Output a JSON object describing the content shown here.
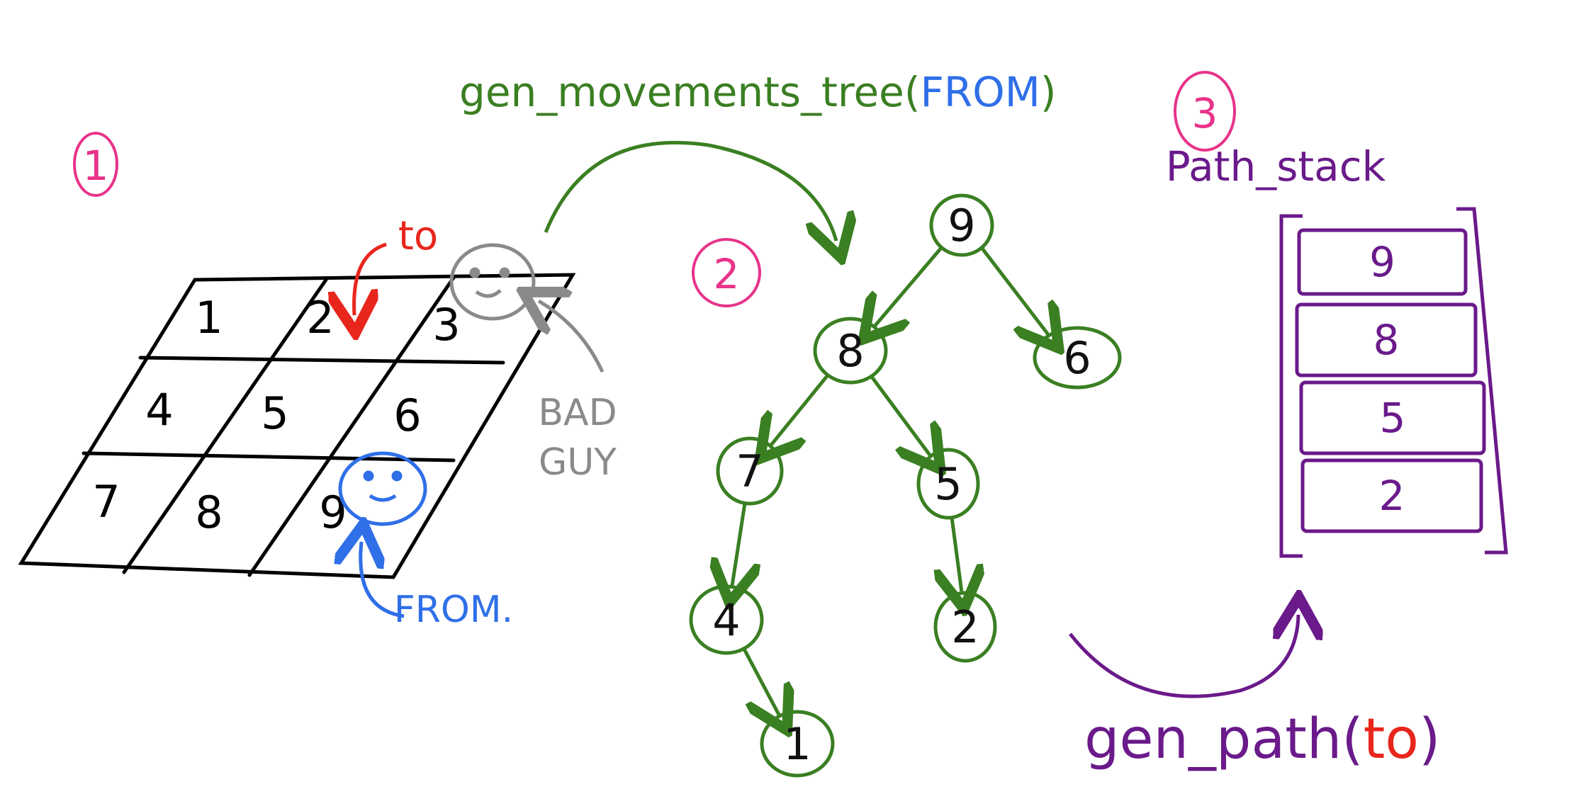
{
  "colors": {
    "black": "#000000",
    "pink": "#e8338a",
    "green": "#3a7f22",
    "blue": "#2f6fe8",
    "red": "#e8261c",
    "gray": "#8a8a8a",
    "purple": "#6a1a8a"
  },
  "step_labels": [
    "1",
    "2",
    "3"
  ],
  "grid": {
    "cells": [
      "1",
      "2",
      "3",
      "4",
      "5",
      "6",
      "7",
      "8",
      "9"
    ],
    "to_label": "to",
    "from_label": "FROM.",
    "bad_guy_label_line1": "BAD",
    "bad_guy_label_line2": "GUY"
  },
  "tree_function": {
    "name": "gen_movements_tree(",
    "arg": "FROM",
    "close": ")"
  },
  "tree": {
    "nodes": [
      {
        "id": "n9",
        "label": "9"
      },
      {
        "id": "n8",
        "label": "8"
      },
      {
        "id": "n6",
        "label": "6"
      },
      {
        "id": "n7",
        "label": "7"
      },
      {
        "id": "n5",
        "label": "5"
      },
      {
        "id": "n4",
        "label": "4"
      },
      {
        "id": "n2",
        "label": "2"
      },
      {
        "id": "n1",
        "label": "1"
      }
    ],
    "edges": [
      [
        "n9",
        "n8"
      ],
      [
        "n9",
        "n6"
      ],
      [
        "n8",
        "n7"
      ],
      [
        "n8",
        "n5"
      ],
      [
        "n7",
        "n4"
      ],
      [
        "n5",
        "n2"
      ],
      [
        "n4",
        "n1"
      ]
    ]
  },
  "stack": {
    "title": "Path_stack",
    "items": [
      "9",
      "8",
      "5",
      "2"
    ]
  },
  "path_function": {
    "name": "gen_path(",
    "arg": "to",
    "close": ")"
  }
}
